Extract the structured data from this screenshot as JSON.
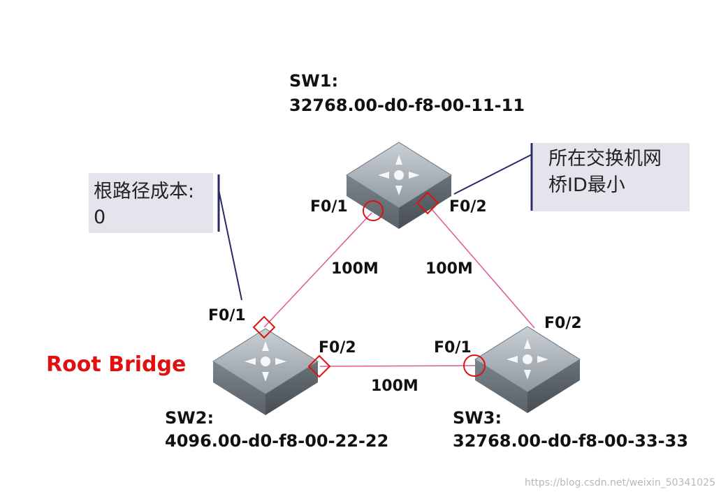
{
  "switches": {
    "sw1": {
      "name": "SW1:",
      "bridge_id": "32768.00-d0-f8-00-11-11"
    },
    "sw2": {
      "name": "SW2:",
      "bridge_id": "4096.00-d0-f8-00-22-22"
    },
    "sw3": {
      "name": "SW3:",
      "bridge_id": "32768.00-d0-f8-00-33-33"
    }
  },
  "ports": {
    "sw1_f01": "F0/1",
    "sw1_f02": "F0/2",
    "sw2_f01": "F0/1",
    "sw2_f02": "F0/2",
    "sw3_f01": "F0/1",
    "sw3_f02": "F0/2"
  },
  "links": {
    "sw1_sw2": "100M",
    "sw1_sw3": "100M",
    "sw2_sw3": "100M"
  },
  "root_bridge_label": "Root Bridge",
  "notes": {
    "root_path_cost": {
      "line1": "根路径成本:",
      "line2": "0"
    },
    "bridge_id_min": {
      "line1": "所在交换机网",
      "line2": "桥ID最小"
    }
  },
  "watermark": "https://blog.csdn.net/weixin_50341025",
  "colors": {
    "link": "#e0559a",
    "marker": "#e01010",
    "callout": "#2a2a6a"
  }
}
